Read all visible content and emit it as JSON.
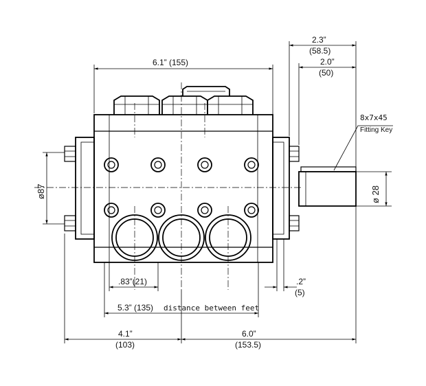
{
  "dimensions": {
    "top_width": "6.1” (155)",
    "shaft_total_in": "2.3”",
    "shaft_total_mm": "(58.5)",
    "shaft_len_in": "2.0”",
    "shaft_len_mm": "(50)",
    "key_spec": "8x7x45",
    "key_label": "Fitting Key",
    "body_height": "ø87",
    "shaft_dia": "ø 28",
    "offset_left": ".83”(21)",
    "offset_right_in": ".2”",
    "offset_right_mm": "(5)",
    "feet_distance": "5.3” (135)",
    "feet_caption": "distance between feet",
    "bottom_left_in": "4.1”",
    "bottom_left_mm": "(103)",
    "bottom_right_in": "6.0”",
    "bottom_right_mm": "(153.5)"
  }
}
